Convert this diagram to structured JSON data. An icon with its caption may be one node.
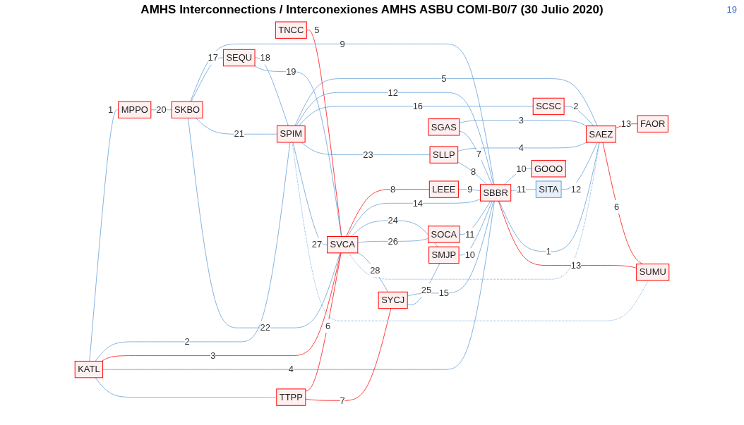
{
  "diagram": {
    "title": "AMHS Interconnections / Interconexiones AMHS ASBU COMI-B0/7 (30 Julio 2020)",
    "nodes": [
      {
        "text": [
          "KATL"
        ]
      },
      {
        "text": [
          "TNCC"
        ]
      },
      {
        "text": [
          "TTPP"
        ]
      },
      {
        "text": [
          "LEEE"
        ]
      },
      {
        "text": [
          "MPPO"
        ]
      },
      {
        "text": [
          "SKBO"
        ]
      },
      {
        "text": [
          "SVCA"
        ]
      },
      {
        "text": [
          "SYCJ"
        ]
      },
      {
        "text": [
          "SMJP"
        ]
      },
      {
        "text": [
          "SEQU"
        ]
      },
      {
        "text": [
          "SOCA"
        ]
      },
      {
        "text": [
          "GOOO"
        ]
      },
      {
        "text": [
          "SBBR"
        ]
      },
      {
        "text": [
          "SPIM"
        ]
      },
      {
        "text": [
          "SLLP"
        ]
      },
      {
        "text": [
          "SGAS"
        ]
      },
      {
        "text": [
          "SITA"
        ]
      },
      {
        "text": [
          "SUMU"
        ]
      },
      {
        "text": [
          "SAEZ"
        ]
      },
      {
        "text": [
          "SCSC"
        ]
      },
      {
        "text": [
          "FAOR"
        ]
      }
    ],
    "edges": [
      {
        "from": 0,
        "to": 4,
        "arrow": "none",
        "label": "1"
      },
      {
        "from": 0,
        "to": 13,
        "arrow": "none",
        "label": "2"
      },
      {
        "from": 0,
        "to": 6,
        "arrow": "none",
        "label": "3",
        "color": "#ff0000"
      },
      {
        "from": 0,
        "to": 12,
        "arrow": "none",
        "label": "4"
      },
      {
        "from": 0,
        "to": 2,
        "arrow": "none"
      },
      {
        "from": 1,
        "to": 6,
        "arrow": "none",
        "label": "5",
        "color": "#ff0000"
      },
      {
        "from": 2,
        "to": 6,
        "arrow": "none",
        "label": "6",
        "color": "#ff0000"
      },
      {
        "from": 2,
        "to": 7,
        "arrow": "none",
        "label": "7",
        "color": "#ff0000"
      },
      {
        "from": 6,
        "to": 3,
        "arrow": "none",
        "label": "8",
        "color": "#ff0000"
      },
      {
        "from": 3,
        "to": 12,
        "arrow": "none",
        "label": "9"
      },
      {
        "from": 12,
        "to": 11,
        "arrow": "none",
        "label": "10"
      },
      {
        "from": 12,
        "to": 16,
        "arrow": "none",
        "label": "11"
      },
      {
        "from": 16,
        "to": 18,
        "arrow": "none",
        "label": "12"
      },
      {
        "from": 18,
        "to": 20,
        "arrow": "none",
        "label": "13",
        "color": "#ff0000"
      },
      {
        "from": 12,
        "to": 18,
        "arrow": "none",
        "label": "1"
      },
      {
        "from": 19,
        "to": 18,
        "arrow": "none",
        "label": "2"
      },
      {
        "from": 15,
        "to": 18,
        "arrow": "none",
        "label": "3"
      },
      {
        "from": 14,
        "to": 18,
        "arrow": "none",
        "label": "4"
      },
      {
        "from": 13,
        "to": 18,
        "arrow": "none",
        "label": "5"
      },
      {
        "from": 18,
        "to": 17,
        "arrow": "none",
        "label": "6",
        "color": "#ff0000"
      },
      {
        "from": 15,
        "to": 12,
        "arrow": "none",
        "label": "7"
      },
      {
        "from": 14,
        "to": 12,
        "arrow": "none",
        "label": "8"
      },
      {
        "from": 5,
        "to": 12,
        "arrow": "none",
        "label": "9"
      },
      {
        "from": 8,
        "to": 12,
        "arrow": "none",
        "label": "10"
      },
      {
        "from": 10,
        "to": 12,
        "arrow": "none",
        "label": "11"
      },
      {
        "from": 13,
        "to": 12,
        "arrow": "none",
        "label": "12"
      },
      {
        "from": 12,
        "to": 17,
        "arrow": "none",
        "label": "13",
        "color": "#ff0000"
      },
      {
        "from": 6,
        "to": 12,
        "arrow": "none",
        "label": "14"
      },
      {
        "from": 7,
        "to": 12,
        "arrow": "none",
        "label": "15"
      },
      {
        "from": 13,
        "to": 19,
        "arrow": "none",
        "label": "16"
      },
      {
        "from": 5,
        "to": 9,
        "arrow": "none",
        "label": "17"
      },
      {
        "from": 9,
        "to": 13,
        "arrow": "none",
        "label": "18"
      },
      {
        "from": 9,
        "to": 6,
        "arrow": "none",
        "label": "19"
      },
      {
        "from": 4,
        "to": 5,
        "arrow": "none",
        "label": "20"
      },
      {
        "from": 5,
        "to": 13,
        "arrow": "none",
        "label": "21"
      },
      {
        "from": 5,
        "to": 6,
        "arrow": "none",
        "label": "22"
      },
      {
        "from": 13,
        "to": 14,
        "arrow": "none",
        "label": "23"
      },
      {
        "from": 6,
        "to": 8,
        "arrow": "none",
        "label": "24"
      },
      {
        "from": 7,
        "to": 8,
        "arrow": "none",
        "label": "25"
      },
      {
        "from": 6,
        "to": 10,
        "arrow": "none",
        "label": "26"
      },
      {
        "from": 13,
        "to": 6,
        "arrow": "none",
        "label": "27"
      },
      {
        "from": 6,
        "to": 7,
        "arrow": "none",
        "label": "28"
      },
      {
        "from": 6,
        "to": 18,
        "arrow": "none",
        "style": "dashed"
      },
      {
        "from": 13,
        "to": 17,
        "arrow": "none",
        "style": "dashed"
      }
    ],
    "labels": [
      "19"
    ]
  }
}
